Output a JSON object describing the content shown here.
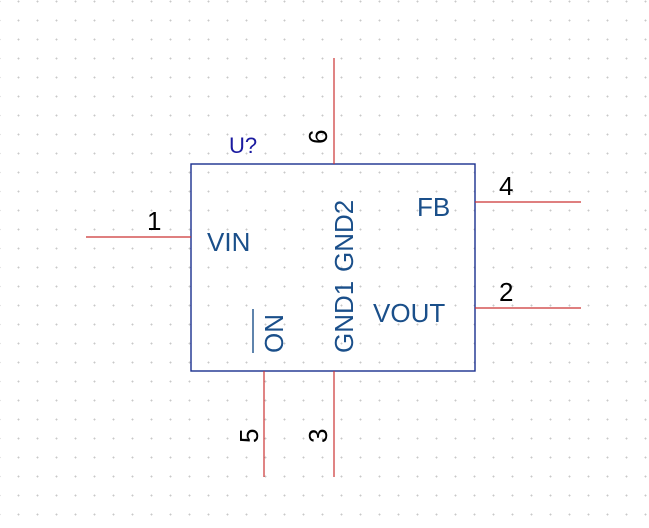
{
  "component": {
    "reference": "U?",
    "pins": [
      {
        "number": "1",
        "name": "VIN"
      },
      {
        "number": "2",
        "name": "VOUT"
      },
      {
        "number": "3",
        "name": "GND1"
      },
      {
        "number": "4",
        "name": "FB"
      },
      {
        "number": "5",
        "name": "ON",
        "active_low": true
      },
      {
        "number": "6",
        "name": "GND2"
      }
    ]
  },
  "colors": {
    "pin_line": "#cc3333",
    "body_outline": "#1a2f8f",
    "pin_name": "#1a4f8a",
    "reference": "#1a1aa0"
  }
}
